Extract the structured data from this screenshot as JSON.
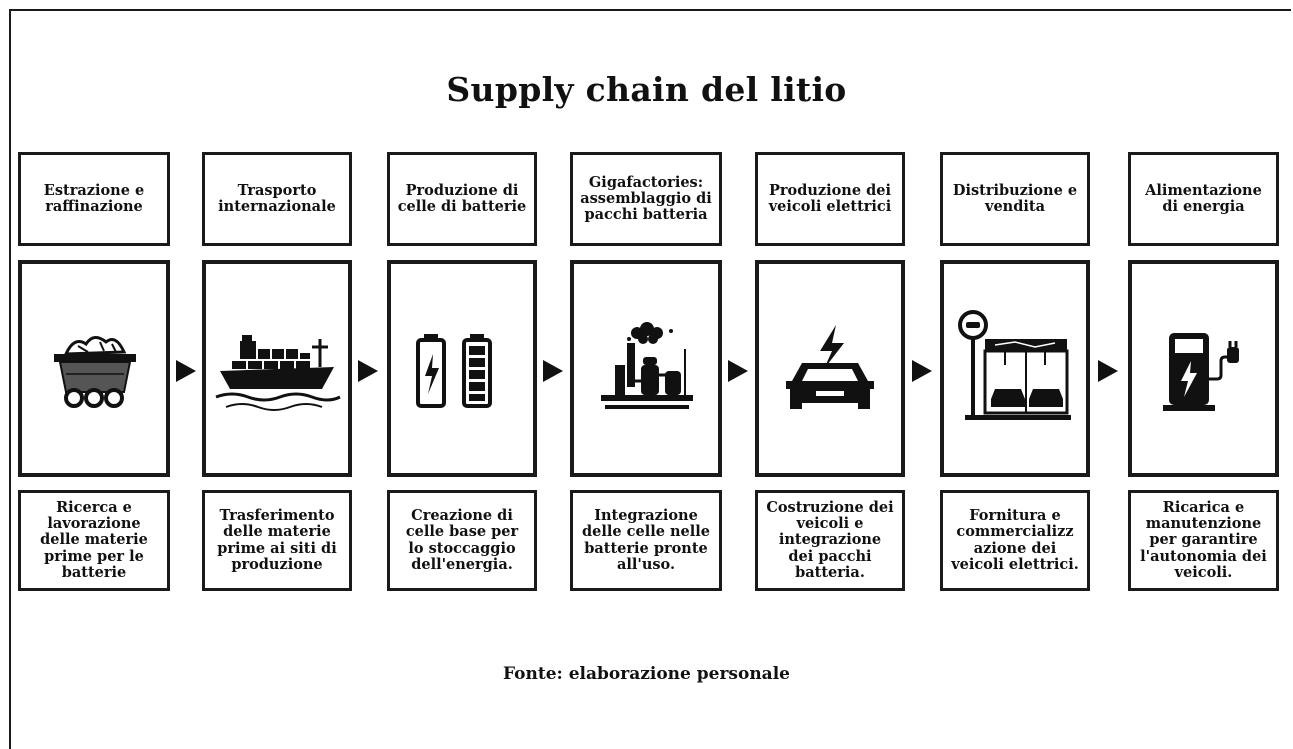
{
  "title": "Supply chain del litio",
  "source": "Fonte: elaborazione personale",
  "steps": [
    {
      "heading": "Estrazione e raffinazione",
      "icon": "mining-cart-icon",
      "description": "Ricerca e lavorazione delle materie prime per le batterie"
    },
    {
      "heading": "Trasporto internazionale",
      "icon": "cargo-ship-icon",
      "description": "Trasferimento delle materie prime ai siti di produzione"
    },
    {
      "heading": "Produzione di celle di batterie",
      "icon": "battery-cells-icon",
      "description": "Creazione di celle base per lo stoccaggio dell'energia."
    },
    {
      "heading": "Gigafactories: assemblaggio di pacchi batteria",
      "icon": "factory-icon",
      "description": "Integrazione delle celle nelle batterie pronte all'uso."
    },
    {
      "heading": "Produzione dei veicoli elettrici",
      "icon": "electric-car-icon",
      "description": "Costruzione dei veicoli e integrazione dei pacchi batteria."
    },
    {
      "heading": "Distribuzione e vendita",
      "icon": "car-dealership-icon",
      "description": "Fornitura e commercializz azione dei veicoli elettrici."
    },
    {
      "heading": "Alimentazione di energia",
      "icon": "charging-station-icon",
      "description": "Ricarica e manutenzione per garantire l'autonomia dei veicoli."
    }
  ]
}
